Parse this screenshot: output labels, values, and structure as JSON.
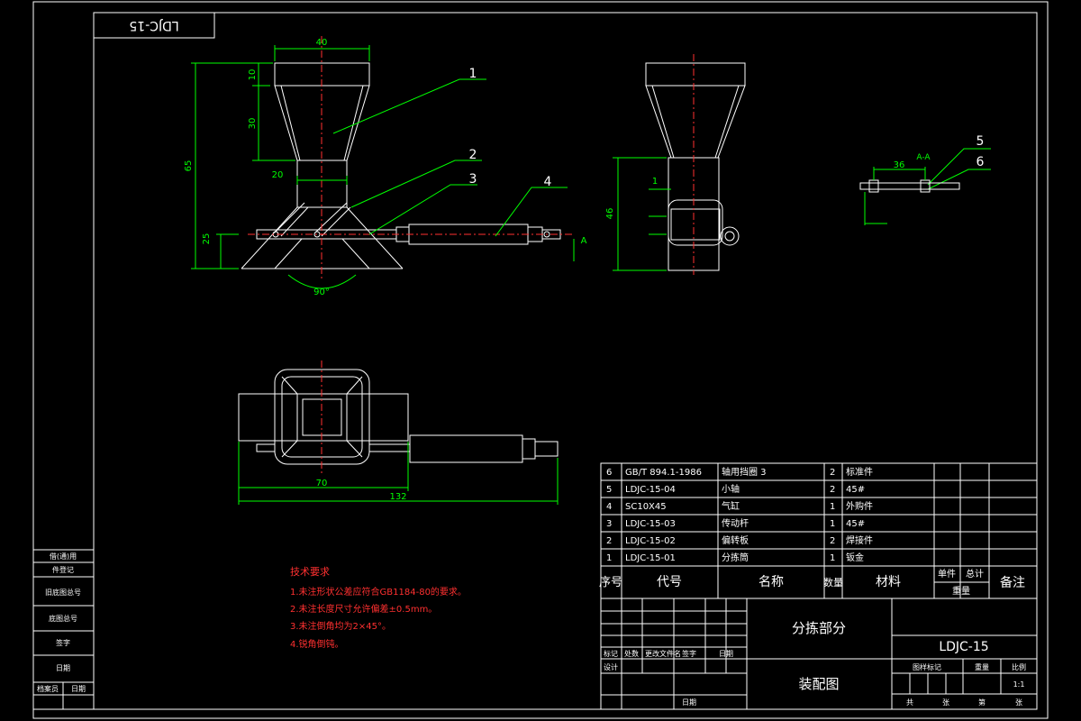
{
  "drawing": {
    "stamp_text": "LDJC-15",
    "title_name": "分拣部分",
    "title_type": "装配图",
    "drawing_code": "LDJC-15",
    "scale": "1:1"
  },
  "dimensions": {
    "d40": "40",
    "d10": "10",
    "d30": "30",
    "d65": "65",
    "d20": "20",
    "d25": "25",
    "angle": "90°",
    "d46": "46",
    "d1": "1",
    "d36": "36",
    "d70": "70",
    "d132": "132",
    "section": "A",
    "section_aa": "A-A"
  },
  "balloons": [
    "1",
    "2",
    "3",
    "4",
    "5",
    "6"
  ],
  "tech_req": {
    "title": "技术要求",
    "items": [
      "1.未注形状公差应符合GB1184-80的要求。",
      "2.未注长度尺寸允许偏差±0.5mm。",
      "3.未注倒角均为2×45°。",
      "4.锐角倒钝。"
    ]
  },
  "bom": {
    "rows": [
      {
        "no": "6",
        "code": "GB/T 894.1-1986",
        "name": "轴用挡圈 3",
        "qty": "2",
        "material": "标准件"
      },
      {
        "no": "5",
        "code": "LDJC-15-04",
        "name": "小轴",
        "qty": "2",
        "material": "45#"
      },
      {
        "no": "4",
        "code": "SC10X45",
        "name": "气缸",
        "qty": "1",
        "material": "外购件"
      },
      {
        "no": "3",
        "code": "LDJC-15-03",
        "name": "传动杆",
        "qty": "1",
        "material": "45#"
      },
      {
        "no": "2",
        "code": "LDJC-15-02",
        "name": "偏转板",
        "qty": "2",
        "material": "焊接件"
      },
      {
        "no": "1",
        "code": "LDJC-15-01",
        "name": "分拣筒",
        "qty": "1",
        "material": "钣金"
      }
    ],
    "header": {
      "no": "序号",
      "code": "代号",
      "name": "名称",
      "qty": "数量",
      "material": "材料",
      "unit": "单件",
      "total": "总计",
      "weight": "重量",
      "remark": "备注"
    }
  },
  "title_block": {
    "mark": "标记",
    "count": "处数",
    "doc": "更改文件名",
    "sign": "签字",
    "date": "日期",
    "design": "设计",
    "date2": "日期",
    "stage": "图样标记",
    "weight": "重量",
    "scale_label": "比例",
    "sheets": "共",
    "sheet": "张",
    "page": "第",
    "page_unit": "张"
  },
  "side_panel": {
    "items": [
      "借(通)用",
      "件登记",
      "旧底图总号",
      "底图总号",
      "签字",
      "日期",
      "档案员",
      "日期"
    ]
  }
}
